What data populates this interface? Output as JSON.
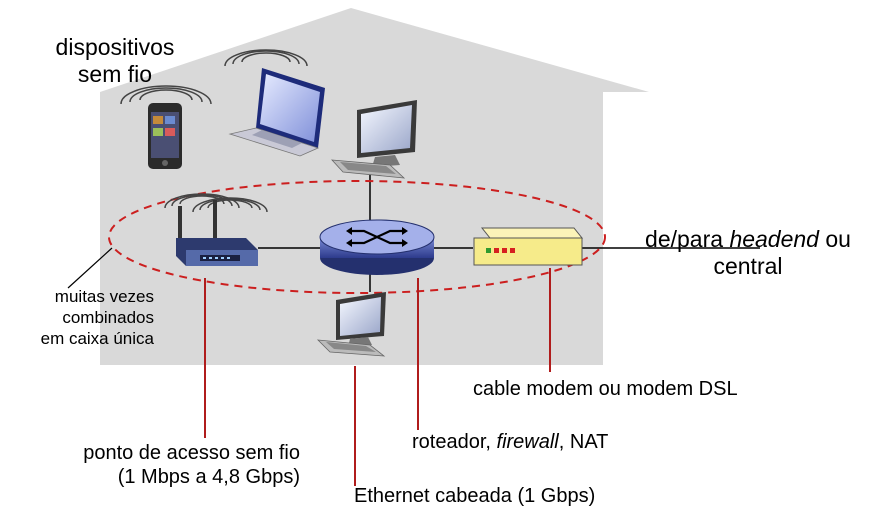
{
  "labels": {
    "wireless_devices": [
      "dispositivos",
      "sem fio"
    ],
    "combined": [
      "muitas vezes",
      "combinados",
      "em caixa única"
    ],
    "access_point": [
      "ponto de acesso sem fio",
      "(1 Mbps a 4,8 Gbps)"
    ],
    "ethernet": "Ethernet cabeada (1 Gbps)",
    "router_pre": "roteador, ",
    "router_em": "firewall",
    "router_post": ", NAT",
    "modem": "cable modem ou modem DSL",
    "headend_pre": "de/para ",
    "headend_em": "headend",
    "headend_post": " ou",
    "headend_line2": "central"
  },
  "colors": {
    "house": "#d9d9d9",
    "dashed_ellipse": "#cc1f1f",
    "callout_line": "#b01c1c",
    "router_body": "#3d4fa8",
    "modem_body": "#f6eb8a"
  },
  "icons": [
    "smartphone-icon",
    "laptop-icon",
    "desktop-computer-icon",
    "wireless-router-icon",
    "network-router-icon",
    "cable-modem-icon",
    "desktop-computer-icon"
  ]
}
